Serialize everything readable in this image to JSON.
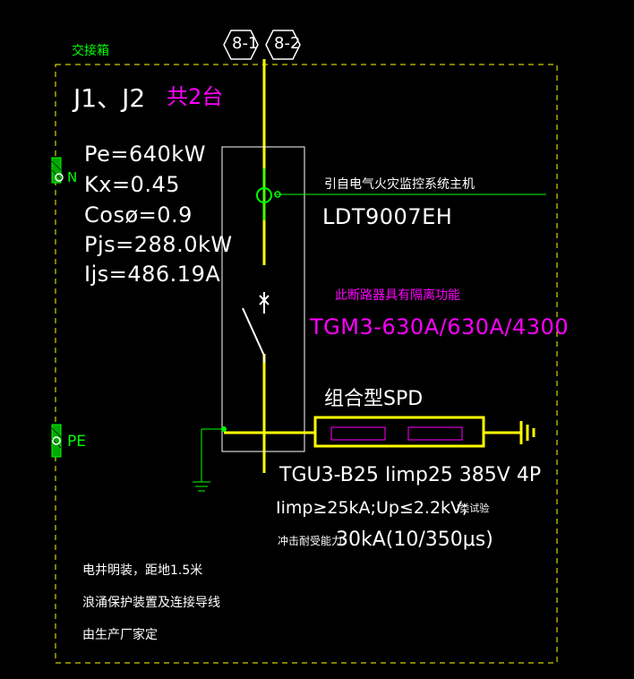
{
  "panel": {
    "label": "交接箱",
    "id": "J1、J2",
    "count": "共2台"
  },
  "cables": {
    "left": "8-1",
    "right": "8-2"
  },
  "params": {
    "pe": "Pe=640kW",
    "kx": "Kx=0.45",
    "cos": "Cosø=0.9",
    "pjs": "Pjs=288.0kW",
    "ijs": "Ijs=486.19A"
  },
  "terminals": {
    "n": "N",
    "pe": "PE"
  },
  "fire_monitor": {
    "source": "引自电气火灾监控系统主机",
    "model": "LDT9007EH"
  },
  "breaker": {
    "note": "此断路器具有隔离功能",
    "model": "TGM3-630A/630A/4300"
  },
  "spd": {
    "label": "组合型SPD",
    "model": "TGU3-B25 Iimp25 385V 4P",
    "spec": "Iimp≥25kA;Up≤2.2kV;",
    "spec_note": "I类试验",
    "surge_label": "冲击耐受能力:",
    "surge_value": "30kA(10/350μs)"
  },
  "notes": [
    "电井明装，距地1.5米",
    "浪涌保护装置及连接导线",
    "由生产厂家定"
  ],
  "colors": {
    "background": "#000000",
    "frame": "#ffff00",
    "busbar": "#ffff00",
    "grounding": "#00ff00",
    "text": "#ffffff",
    "highlight": "#ff00ff"
  }
}
